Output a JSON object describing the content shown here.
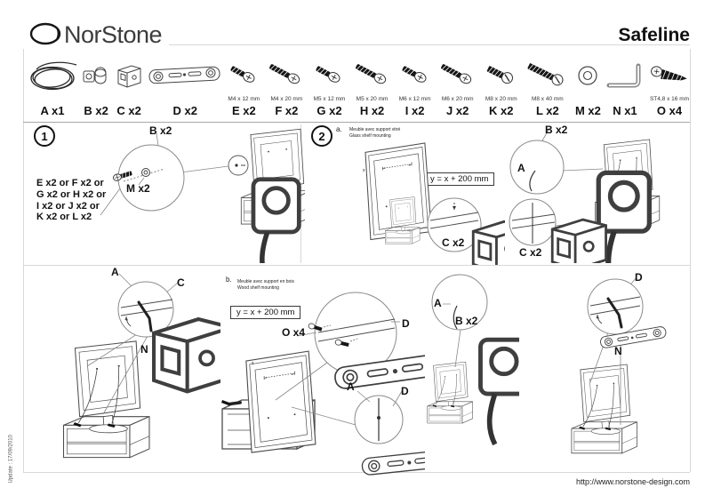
{
  "header": {
    "brand": "NorStone",
    "product": "Safeline"
  },
  "parts": [
    {
      "id": "A",
      "label": "A x1",
      "size": "",
      "icon": "cable-coil"
    },
    {
      "id": "B",
      "label": "B x2",
      "size": "",
      "icon": "cable-clamp"
    },
    {
      "id": "C",
      "label": "C x2",
      "size": "",
      "icon": "shelf-clamp"
    },
    {
      "id": "D",
      "label": "D x2",
      "size": "",
      "icon": "mounting-bar"
    },
    {
      "id": "E",
      "label": "E x2",
      "size": "M4 x 12 mm",
      "icon": "machine-screw-short"
    },
    {
      "id": "F",
      "label": "F x2",
      "size": "M4 x 20 mm",
      "icon": "machine-screw-long"
    },
    {
      "id": "G",
      "label": "G x2",
      "size": "M5 x 12 mm",
      "icon": "machine-screw-short"
    },
    {
      "id": "H",
      "label": "H x2",
      "size": "M5 x 20 mm",
      "icon": "machine-screw-long"
    },
    {
      "id": "I",
      "label": "I x2",
      "size": "M6 x 12 mm",
      "icon": "machine-screw-short"
    },
    {
      "id": "J",
      "label": "J x2",
      "size": "M6 x 20 mm",
      "icon": "machine-screw-long"
    },
    {
      "id": "K",
      "label": "K x2",
      "size": "M8 x 20 mm",
      "icon": "pan-bolt-short"
    },
    {
      "id": "L",
      "label": "L x2",
      "size": "M8 x 40 mm",
      "icon": "pan-bolt-long"
    },
    {
      "id": "M",
      "label": "M x2",
      "size": "",
      "icon": "washer"
    },
    {
      "id": "N",
      "label": "N x1",
      "size": "",
      "icon": "allen-key"
    },
    {
      "id": "O",
      "label": "O x4",
      "size": "ST4,8 x 16 mm",
      "icon": "wood-screw"
    }
  ],
  "step1": {
    "number": "1",
    "screw_options": [
      "E x2 or F x2 or",
      "G x2 or H x2 or",
      "I x2 or J x2 or",
      "K x2 or L x2"
    ],
    "labels": {
      "b": "B x2",
      "m": "M x2"
    }
  },
  "step2": {
    "number": "2",
    "glass": {
      "item": "a.",
      "title_fr": "Meuble avec support vitré",
      "title_en": "Glass shelf mounting",
      "formula": "y = x + 200 mm",
      "dim_label": "x",
      "labels": {
        "b": "B x2",
        "a": "A",
        "c_shelf": "C x2",
        "c_tv": "C x2",
        "tighten_a": "A",
        "tighten_c": "C",
        "tighten_n": "N"
      }
    },
    "wood": {
      "item": "b.",
      "title_fr": "Meuble avec support en bois",
      "title_en": "Wood shelf mounting",
      "formula": "y = x + 200 mm",
      "dim_label": "x",
      "labels": {
        "o": "O x4",
        "d_bar": "D",
        "a_cable": "A",
        "d_cable": "D",
        "a_tv": "A",
        "b_tv": "B x2",
        "d_tighten": "D",
        "n_tighten": "N"
      }
    }
  },
  "footer": {
    "update": "Update : 17/09/2010",
    "url": "http://www.norstone-design.com"
  }
}
